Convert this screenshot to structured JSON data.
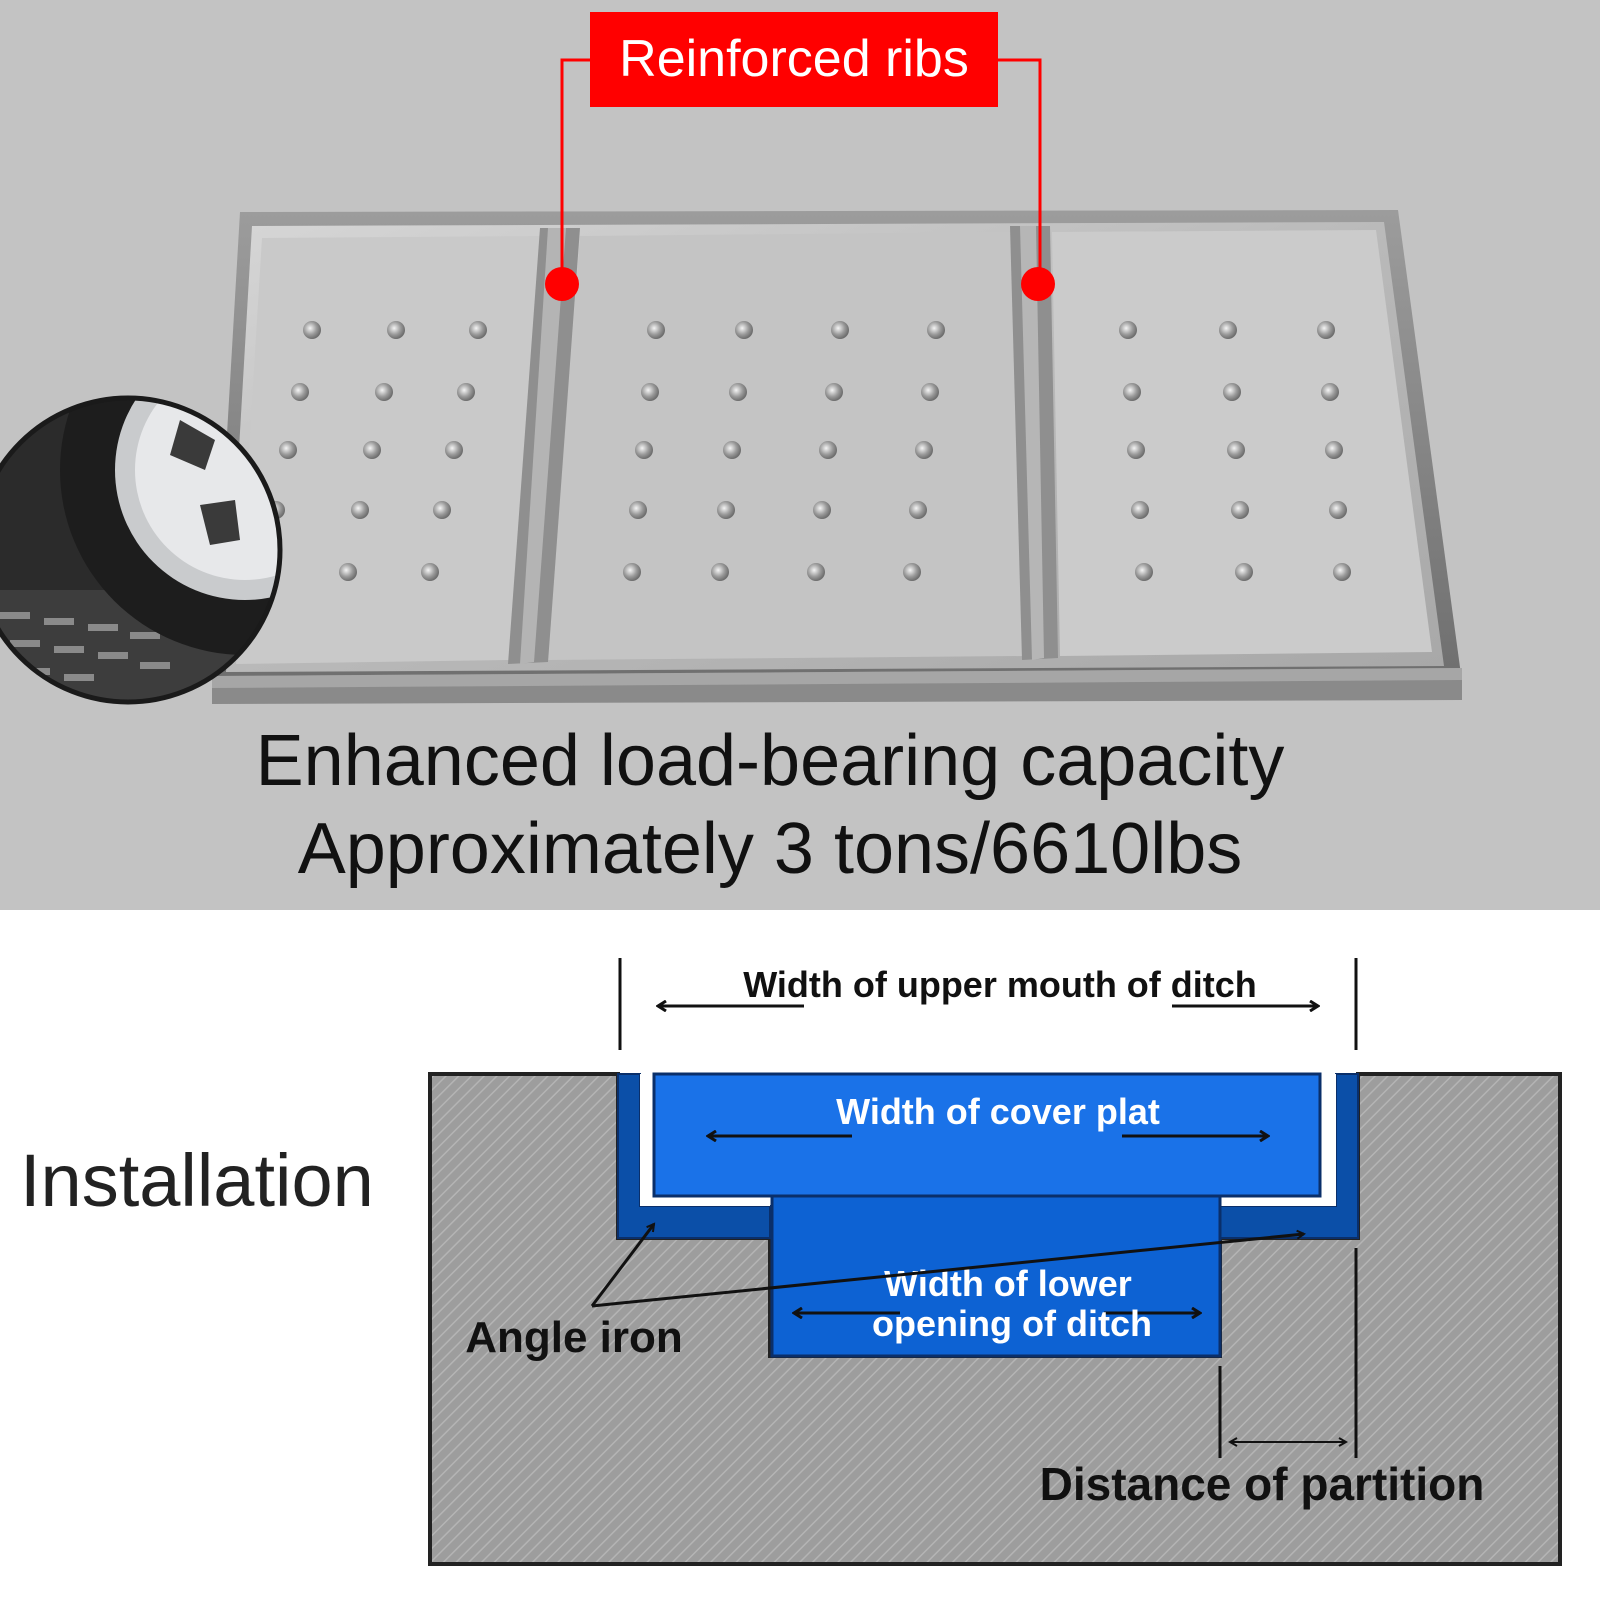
{
  "photo": {
    "callout": "Reinforced ribs",
    "caption_line1": "Enhanced load-bearing capacity",
    "caption_line2": "Approximately 3 tons/6610lbs"
  },
  "diagram": {
    "title": "Installation",
    "labels": {
      "upper_mouth": "Width of upper mouth of ditch",
      "cover_plate": "Width of cover plat",
      "lower_opening_line1": "Width of lower",
      "lower_opening_line2": "opening of ditch",
      "angle_iron": "Angle iron",
      "partition": "Distance of partition"
    }
  },
  "colors": {
    "callout_red": "#ff0000",
    "cover_blue": "#1a72e8",
    "angle_iron_blue": "#0b4fa8",
    "lower_blue": "#0d62d3",
    "photo_background": "#c3c3c3"
  }
}
